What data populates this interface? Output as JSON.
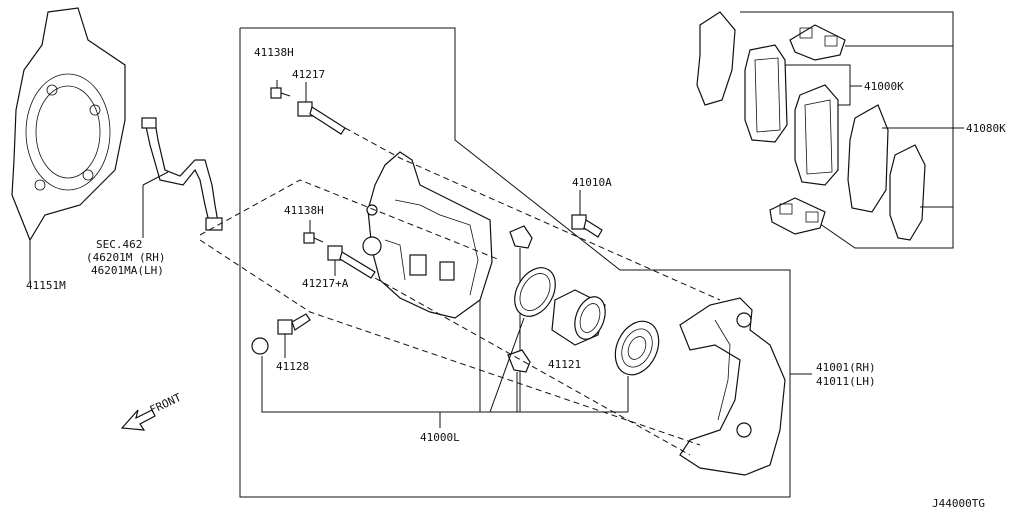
{
  "diagram_code": "J44000TG",
  "front_label": "FRONT",
  "labels": {
    "p41151M": "41151M",
    "sec462_line1": "SEC.462",
    "sec462_line2": "(46201M (RH)",
    "sec462_line3": "46201MA(LH)",
    "p41138H_top": "41138H",
    "p41217": "41217",
    "p41138H_mid": "41138H",
    "p41217A": "41217+A",
    "p41128": "41128",
    "p41010A": "41010A",
    "p41121": "41121",
    "p41000L": "41000L",
    "p41001_line1": "41001(RH)",
    "p41011_line2": "41011(LH)",
    "p41000K": "41000K",
    "p41080K": "41080K"
  }
}
